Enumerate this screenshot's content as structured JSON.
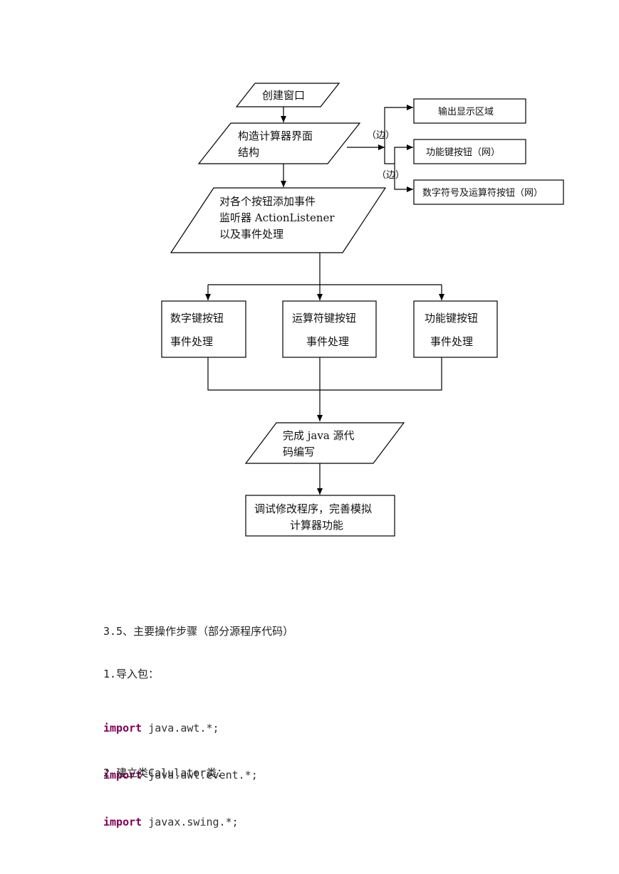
{
  "flowchart": {
    "create_window": "创建窗口",
    "build_ui_line1": "构造计算器界面",
    "build_ui_line2": "结构",
    "edge_label_1": "（边）",
    "edge_label_2": "（边）",
    "output_display": "输出显示区域",
    "func_keys_grid": "功能键按钮（网）",
    "num_op_keys_grid": "数字符号及运算符按钮（网）",
    "listener_line1": "对各个按钮添加事件",
    "listener_line2": "监听器 ActionListener",
    "listener_line3": "以及事件处理",
    "num_key_line1": "数字键按钮",
    "num_key_line2": "事件处理",
    "op_key_line1": "运算符键按钮",
    "op_key_line2": "事件处理",
    "func_key_line1": "功能键按钮",
    "func_key_line2": "事件处理",
    "java_line1": "完成 java 源代",
    "java_line2": "码编写",
    "debug_line1": "调试修改程序，完善模拟",
    "debug_line2": "计算器功能"
  },
  "section_heading": "3.5、主要操作步骤（部分源程序代码）",
  "step1_label": "1.导入包：",
  "imports": [
    {
      "keyword": "import",
      "package": " java.awt.*;"
    },
    {
      "keyword": "import",
      "package": " java.awt.event.*;"
    },
    {
      "keyword": "import",
      "package": " javax.swing.*;"
    }
  ],
  "step2_label": "2.建立类Calulator类："
}
